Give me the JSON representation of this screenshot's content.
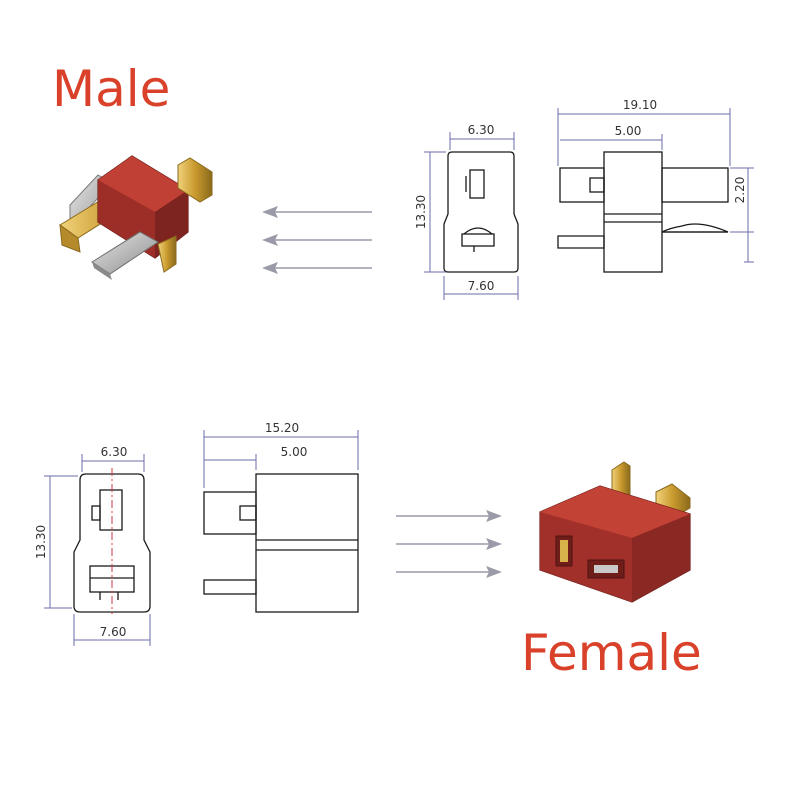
{
  "labels": {
    "male": "Male",
    "female": "Female"
  },
  "dimensions": {
    "male_front_width_top": "6.30",
    "male_front_height": "13.30",
    "male_front_width_bottom": "7.60",
    "male_side_total": "19.10",
    "male_side_body": "5.00",
    "male_side_pin": "2.20",
    "female_front_width_top": "6.30",
    "female_front_height": "13.30",
    "female_front_width_bottom": "7.60",
    "female_side_total": "15.20",
    "female_side_body": "5.00"
  },
  "colors": {
    "label": "#d9412a",
    "housing": "#a7312a",
    "housing_dark": "#7e2420",
    "pin_gold": "#d8b34a",
    "pin_silver": "#b9b9b9",
    "dimension_line": "#6b6ba8",
    "drawing_line": "#1a1a1a",
    "arrow": "#9a9aa8",
    "center_line": "#d23a3a"
  }
}
